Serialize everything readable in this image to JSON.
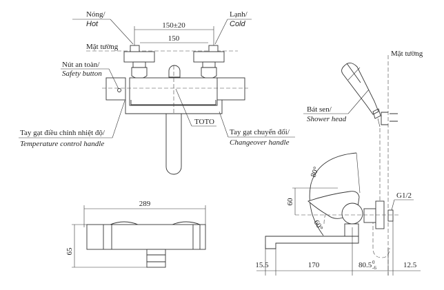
{
  "front_view": {
    "hot_vi": "Nóng/",
    "hot_en": "Hot",
    "cold_vi": "Lạnh/",
    "cold_en": "Cold",
    "dim_outer": "150±20",
    "dim_inner": "150",
    "wall_label": "Mặt tường",
    "safety_vi": "Nút an toàn/",
    "safety_en": "Safety button",
    "temp_vi": "Tay gạt điều chỉnh nhiệt độ/",
    "temp_en": "Temperature control handle",
    "brand": "TOTO",
    "changeover_vi": "Tay gạt chuyển đổi/",
    "changeover_en": "Changeover handle"
  },
  "bottom_view": {
    "width": "289",
    "height": "65"
  },
  "side_view": {
    "wall_label": "Mặt tường",
    "shower_vi": "Bát sen/",
    "shower_en": "Shower head",
    "angle_up": "80°",
    "angle_down": "60°",
    "height": "60",
    "thread": "G1/2",
    "dim_a": "15.5",
    "dim_b": "170",
    "dim_c": "80.5",
    "dim_c_tol": "0",
    "dim_c_tol_low": "-6",
    "dim_d": "12.5"
  }
}
